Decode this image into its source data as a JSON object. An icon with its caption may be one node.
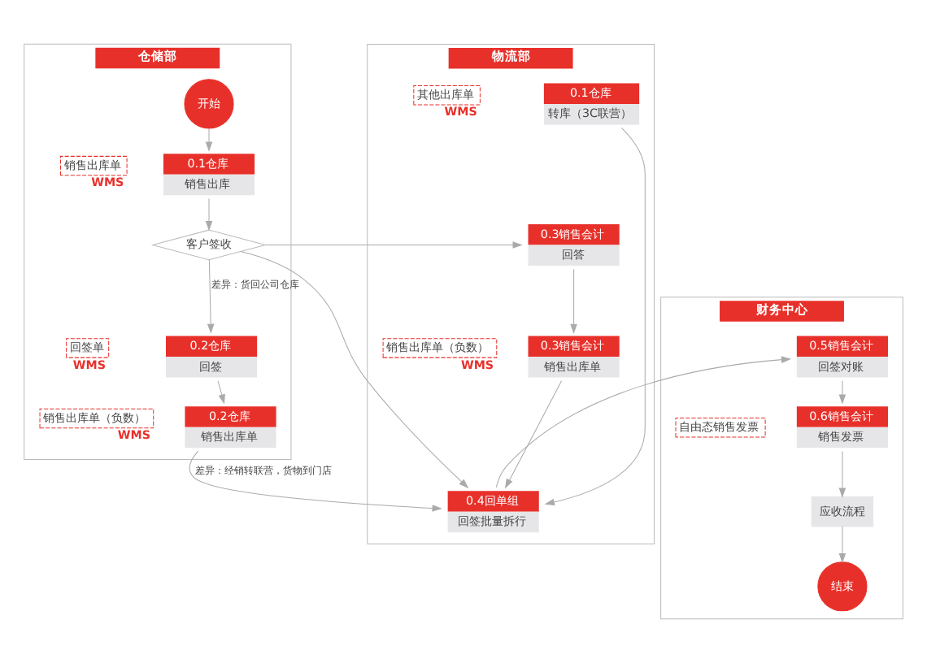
{
  "diagram": {
    "nodes": [
      {
        "text": [
          "物流部"
        ]
      },
      {
        "text": [
          "0.1仓库",
          "转库（3C联营）"
        ],
        "in": 0
      },
      {
        "text": [
          "其他出库单"
        ],
        "in": 0,
        "beside": [
          "WMS"
        ]
      },
      {
        "text": [
          "0.3销售会计",
          "回答"
        ],
        "in": 0
      },
      {
        "text": [
          "0.3销售会计",
          "销售出库单"
        ],
        "in": 0
      },
      {
        "text": [
          "销售出库单（负数）"
        ],
        "in": 0,
        "beside": [
          "WMS"
        ]
      },
      {
        "text": [
          "0.4回单组",
          "回签批量拆行"
        ],
        "in": 0
      },
      {
        "text": [
          "仓储部"
        ]
      },
      {
        "text": [
          "开始"
        ],
        "in": 7
      },
      {
        "text": [
          "0.1仓库",
          "销售出库"
        ],
        "in": 7
      },
      {
        "text": [
          "销售出库单"
        ],
        "in": 7,
        "beside": [
          "WMS"
        ]
      },
      {
        "text": [
          "客户签收"
        ],
        "in": 7
      },
      {
        "text": [
          "0.2仓库",
          "回签"
        ],
        "in": 7
      },
      {
        "text": [
          "回签单"
        ],
        "in": 7,
        "beside": [
          "WMS"
        ]
      },
      {
        "text": [
          "0.2仓库",
          "销售出库单"
        ],
        "in": 7
      },
      {
        "text": [
          "销售出库单（负数）"
        ],
        "in": 7,
        "beside": [
          "WMS"
        ]
      },
      {
        "text": [
          "财务中心"
        ]
      },
      {
        "text": [
          "0.5销售会计",
          "回签对账"
        ],
        "in": 16
      },
      {
        "text": [
          "0.6销售会计",
          "销售发票"
        ],
        "in": 16
      },
      {
        "text": [
          "自由态销售发票"
        ],
        "in": 16
      },
      {
        "text": [
          "应收流程"
        ],
        "in": 16
      },
      {
        "text": [
          "结束"
        ],
        "in": 16
      }
    ],
    "edges": [
      {
        "from": 1,
        "to": 6,
        "arrow": "to"
      },
      {
        "from": 3,
        "to": 4,
        "arrow": "to"
      },
      {
        "from": 4,
        "to": 6,
        "arrow": "to"
      },
      {
        "from": 8,
        "to": 9,
        "arrow": "to"
      },
      {
        "from": 9,
        "to": 11,
        "arrow": "to"
      },
      {
        "from": 11,
        "to": 3,
        "arrow": "to"
      },
      {
        "from": 11,
        "to": 12,
        "arrow": "to",
        "label": "差异：货回公司仓库"
      },
      {
        "from": 12,
        "to": 14,
        "arrow": "to"
      },
      {
        "from": 14,
        "to": 6,
        "arrow": "to",
        "label": "差异：经销转联营，货物到门店"
      },
      {
        "from": 11,
        "to": 6,
        "arrow": "to"
      },
      {
        "from": 6,
        "to": 17,
        "arrow": "to"
      },
      {
        "from": 17,
        "to": 18,
        "arrow": "to"
      },
      {
        "from": 18,
        "to": 20,
        "arrow": "to"
      },
      {
        "from": 20,
        "to": 21,
        "arrow": "to"
      }
    ]
  }
}
